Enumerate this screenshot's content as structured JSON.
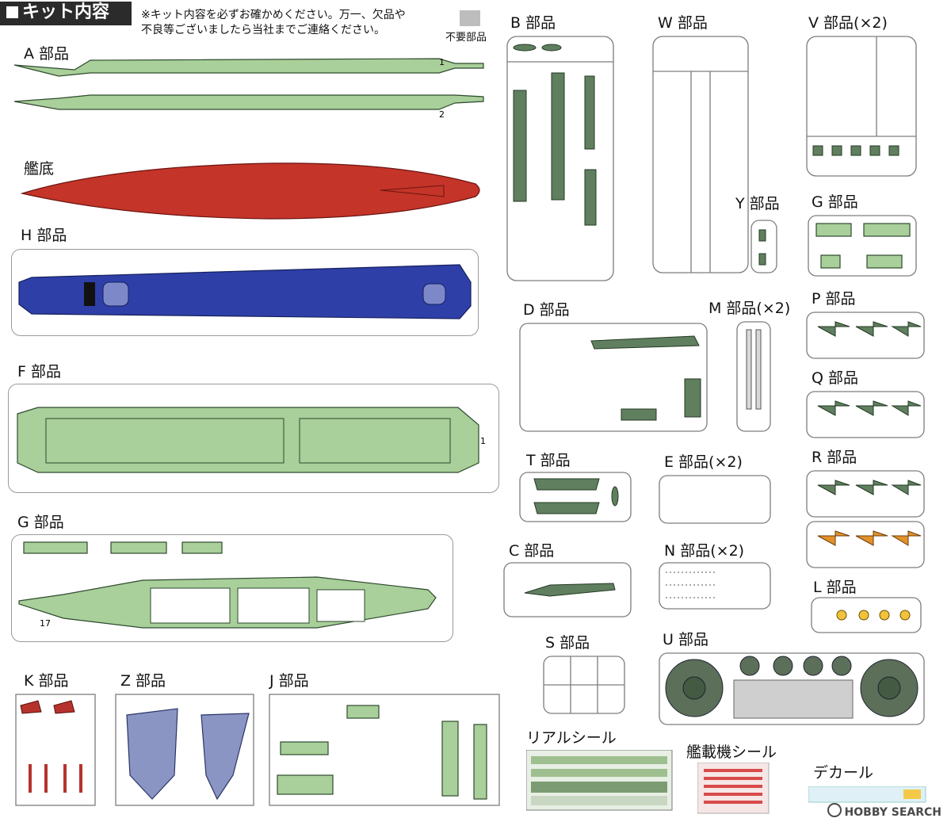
{
  "header": {
    "title": "キット内容",
    "note_line1": "※キット内容を必ずお確かめください。万一、欠品や",
    "note_line2": "不良等ございましたら当社までご連絡ください。",
    "unused_label": "不要部品"
  },
  "labels": {
    "A": "A 部品",
    "hull": "艦底",
    "H": "H 部品",
    "F": "F 部品",
    "G_left": "G 部品",
    "K": "K 部品",
    "Z": "Z 部品",
    "J": "J 部品",
    "B": "B 部品",
    "W": "W 部品",
    "V": "V 部品(×2)",
    "Y": "Y 部品",
    "G_right": "G 部品",
    "P": "P 部品",
    "Q": "Q 部品",
    "R": "R 部品",
    "D": "D 部品",
    "M": "M 部品(×2)",
    "T": "T 部品",
    "E": "E 部品(×2)",
    "C": "C 部品",
    "N": "N 部品(×2)",
    "L": "L 部品",
    "S": "S 部品",
    "U": "U 部品",
    "real_seal": "リアルシール",
    "aircraft_seal": "艦載機シール",
    "decal": "デカール"
  },
  "watermark": "HOBBY SEARCH",
  "icons": {
    "watermark": "hobby-search-logo-icon"
  },
  "colors": {
    "hull_green": "#a9cf9a",
    "hull_red": "#c43429",
    "deck_blue": "#2f3fa8",
    "runner_gray": "#7d7d7d",
    "zero_orange": "#e3912c"
  }
}
